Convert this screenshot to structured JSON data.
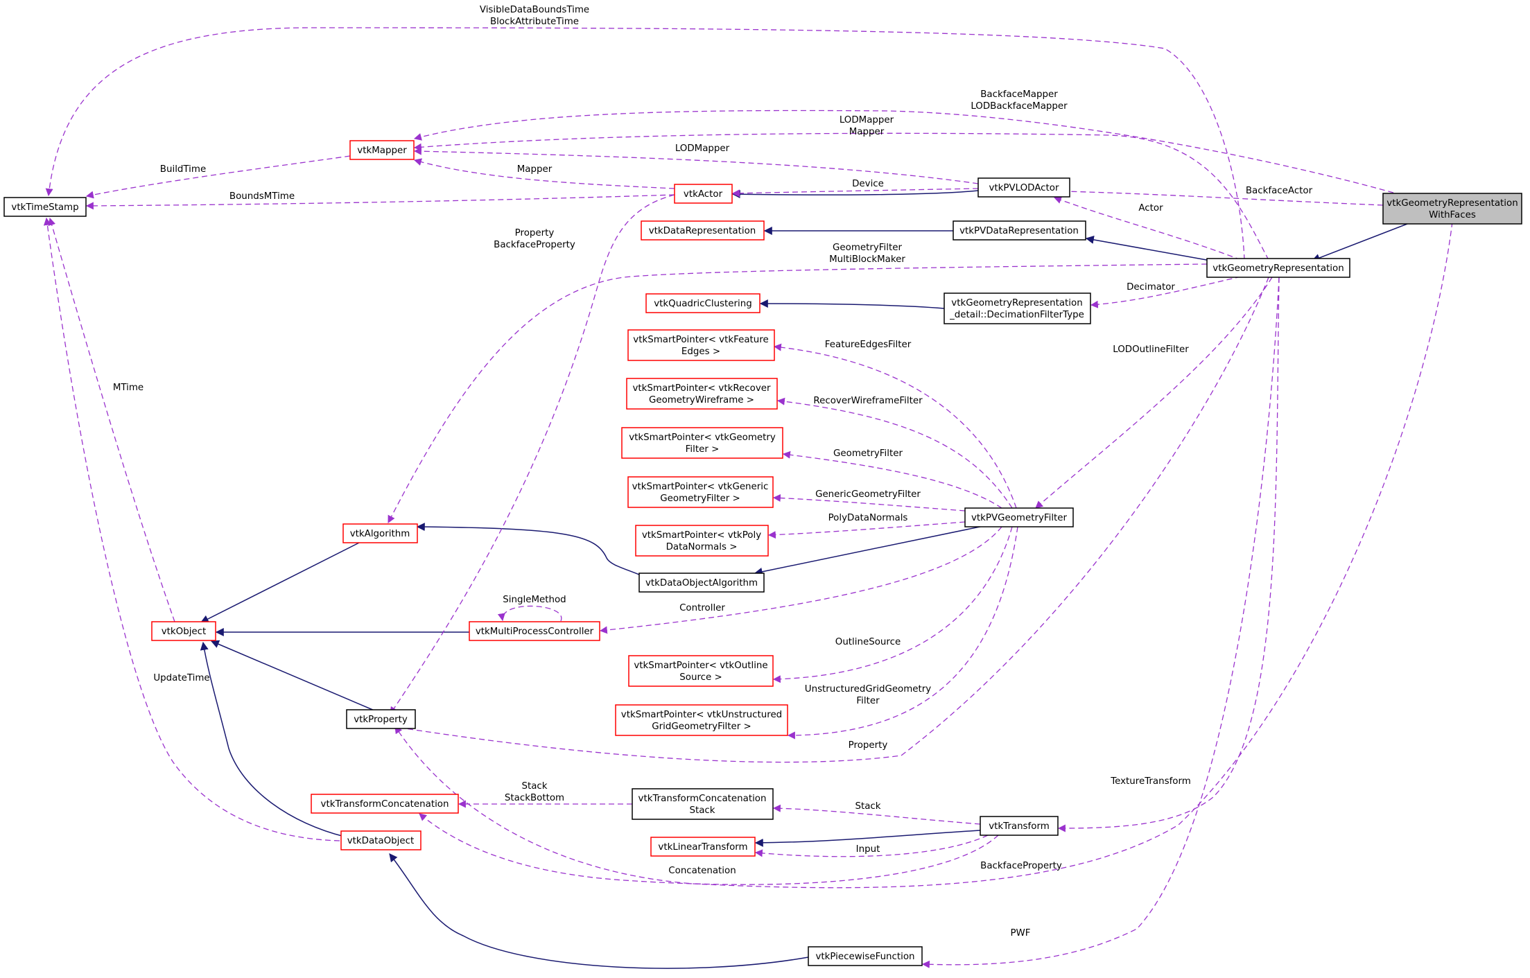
{
  "colors": {
    "inheritance_edge": "#191970",
    "usage_edge": "#9a32cd",
    "documented_border": "#000000",
    "undocumented_border": "#ff0000",
    "focus_fill": "#bfbfbf"
  },
  "nodes": {
    "root": {
      "lines": [
        "vtkGeometryRepresentation",
        "WithFaces"
      ]
    },
    "timestamp": {
      "lines": [
        "vtkTimeStamp"
      ]
    },
    "mapper": {
      "lines": [
        "vtkMapper"
      ]
    },
    "actor": {
      "lines": [
        "vtkActor"
      ]
    },
    "pvlodactor": {
      "lines": [
        "vtkPVLODActor"
      ]
    },
    "datarep": {
      "lines": [
        "vtkDataRepresentation"
      ]
    },
    "pvdatarep": {
      "lines": [
        "vtkPVDataRepresentation"
      ]
    },
    "georep": {
      "lines": [
        "vtkGeometryRepresentation"
      ]
    },
    "quadric": {
      "lines": [
        "vtkQuadricClustering"
      ]
    },
    "decim": {
      "lines": [
        "vtkGeometryRepresentation",
        "_detail::DecimationFilterType"
      ]
    },
    "sp_featedges": {
      "lines": [
        "vtkSmartPointer< vtkFeature",
        "Edges >"
      ]
    },
    "sp_recover": {
      "lines": [
        "vtkSmartPointer< vtkRecover",
        "GeometryWireframe >"
      ]
    },
    "sp_geomfilter": {
      "lines": [
        "vtkSmartPointer< vtkGeometry",
        "Filter >"
      ]
    },
    "sp_generic": {
      "lines": [
        "vtkSmartPointer< vtkGeneric",
        "GeometryFilter >"
      ]
    },
    "sp_polynormals": {
      "lines": [
        "vtkSmartPointer< vtkPoly",
        "DataNormals >"
      ]
    },
    "pvgeomfilter": {
      "lines": [
        "vtkPVGeometryFilter"
      ]
    },
    "algorithm": {
      "lines": [
        "vtkAlgorithm"
      ]
    },
    "dataobjalgo": {
      "lines": [
        "vtkDataObjectAlgorithm"
      ]
    },
    "object": {
      "lines": [
        "vtkObject"
      ]
    },
    "mpc": {
      "lines": [
        "vtkMultiProcessController"
      ]
    },
    "sp_outline": {
      "lines": [
        "vtkSmartPointer< vtkOutline",
        "Source >"
      ]
    },
    "sp_ugrid": {
      "lines": [
        "vtkSmartPointer< vtkUnstructured",
        "GridGeometryFilter >"
      ]
    },
    "property": {
      "lines": [
        "vtkProperty"
      ]
    },
    "tconcat": {
      "lines": [
        "vtkTransformConcatenation"
      ]
    },
    "tconcatstack": {
      "lines": [
        "vtkTransformConcatenation",
        "Stack"
      ]
    },
    "transform": {
      "lines": [
        "vtkTransform"
      ]
    },
    "lintransform": {
      "lines": [
        "vtkLinearTransform"
      ]
    },
    "dataobject": {
      "lines": [
        "vtkDataObject"
      ]
    },
    "pwf": {
      "lines": [
        "vtkPiecewiseFunction"
      ]
    }
  },
  "edge_labels": {
    "visible_bounds": [
      "VisibleDataBoundsTime",
      "BlockAttributeTime"
    ],
    "backface_mapper": [
      "BackfaceMapper",
      "LODBackfaceMapper"
    ],
    "lod_mapper_mapper": [
      "LODMapper",
      "Mapper"
    ],
    "lod_mapper": [
      "LODMapper"
    ],
    "build_time": [
      "BuildTime"
    ],
    "mapper": [
      "Mapper"
    ],
    "device": [
      "Device"
    ],
    "bounds_mtime": [
      "BoundsMTime"
    ],
    "backface_actor": [
      "BackfaceActor"
    ],
    "actor": [
      "Actor"
    ],
    "property_backface": [
      "Property",
      "BackfaceProperty"
    ],
    "geometry_filter_multiblock": [
      "GeometryFilter",
      "MultiBlockMaker"
    ],
    "decimator": [
      "Decimator"
    ],
    "lod_outline_filter": [
      "LODOutlineFilter"
    ],
    "feature_edges_filter": [
      "FeatureEdgesFilter"
    ],
    "mtime": [
      "MTime"
    ],
    "recover_wireframe_filter": [
      "RecoverWireframeFilter"
    ],
    "geometry_filter": [
      "GeometryFilter"
    ],
    "generic_geometry_filter": [
      "GenericGeometryFilter"
    ],
    "polydata_normals": [
      "PolyDataNormals"
    ],
    "single_method": [
      "SingleMethod"
    ],
    "controller": [
      "Controller"
    ],
    "outline_source": [
      "OutlineSource"
    ],
    "update_time": [
      "UpdateTime"
    ],
    "ugrid_filter": [
      "UnstructuredGridGeometry",
      "Filter"
    ],
    "property": [
      "Property"
    ],
    "texture_transform": [
      "TextureTransform"
    ],
    "stack_stackbottom": [
      "Stack",
      "StackBottom"
    ],
    "stack": [
      "Stack"
    ],
    "input": [
      "Input"
    ],
    "backface_property": [
      "BackfaceProperty"
    ],
    "concatenation": [
      "Concatenation"
    ],
    "pwf": [
      "PWF"
    ]
  }
}
